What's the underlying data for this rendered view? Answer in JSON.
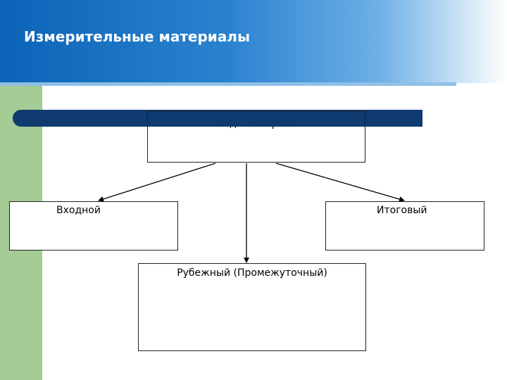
{
  "header": {
    "title": "Измерительные материалы"
  },
  "diagram": {
    "root": {
      "label": "Виды контроля"
    },
    "left": {
      "label": "Входной"
    },
    "right": {
      "label": "Итоговый"
    },
    "middle": {
      "label": "Рубежный (Промежуточный)"
    }
  },
  "colors": {
    "header_blue": "#0b63b8",
    "side_green": "#a4cc94",
    "band_navy": "#0f3b70"
  }
}
